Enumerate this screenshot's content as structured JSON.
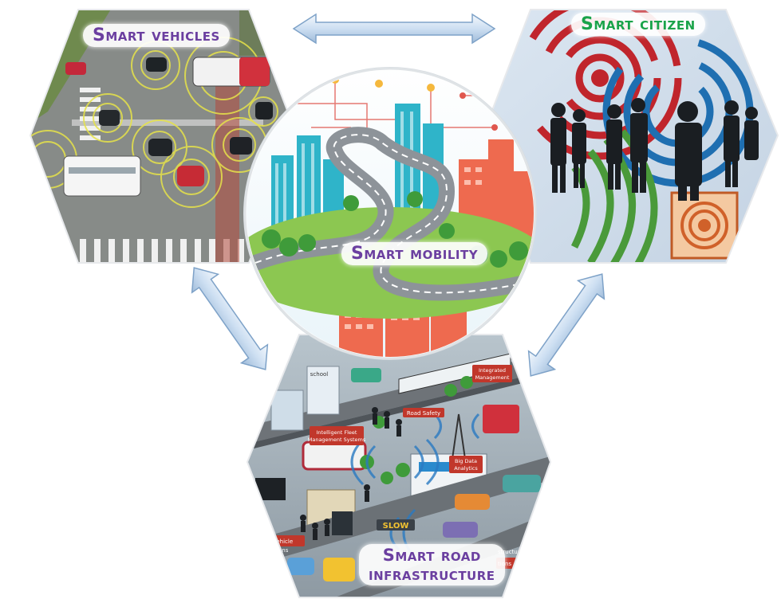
{
  "diagram": {
    "center": {
      "label": "Smart mobility"
    },
    "nodes": {
      "vehicles": {
        "label": "Smart vehicles"
      },
      "citizen": {
        "label": "Smart citizen"
      },
      "road": {
        "label_line1": "Smart road",
        "label_line2": "infrastructure"
      }
    },
    "road_signs": {
      "safety": "Road Safety",
      "fleet_1": "Intelligent Fleet",
      "fleet_2": "Management Systems",
      "bigdata_1": "Big Data",
      "bigdata_2": "Analytics",
      "integrated_1": "Integrated",
      "integrated_2": "Management",
      "school": "school",
      "slow": "SLOW",
      "vehicle_1": "-Vehicle",
      "vehicle_2": "ations",
      "structure_1": "structure",
      "structure_2": "tions"
    },
    "colors": {
      "vehicles_label": "#6b3fa0",
      "citizen_label": "#1aa34a",
      "mobility_label": "#6b3fa0",
      "road_label": "#6b3fa0",
      "arrow_fill": "#cfe0f3",
      "arrow_stroke": "#7ea2c8"
    },
    "connections": [
      {
        "from": "vehicles",
        "to": "citizen",
        "style": "double-arrow"
      },
      {
        "from": "vehicles",
        "to": "road",
        "style": "double-arrow"
      },
      {
        "from": "citizen",
        "to": "road",
        "style": "double-arrow"
      }
    ]
  }
}
